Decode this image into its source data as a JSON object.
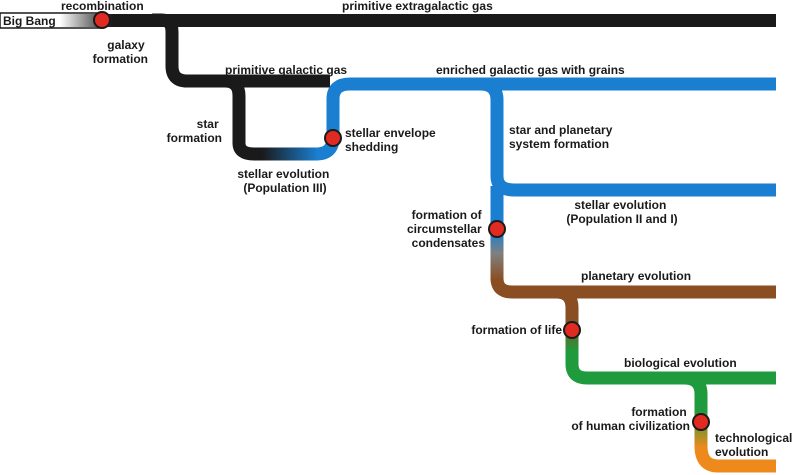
{
  "labels": {
    "big_bang": "Big Bang",
    "recombination": "recombination",
    "primitive_extragalactic_gas": "primitive extragalactic gas",
    "galaxy_formation": [
      "galaxy",
      "formation"
    ],
    "primitive_galactic_gas": "primitive galactic gas",
    "enriched_galactic_gas": "enriched galactic gas with grains",
    "star_formation": [
      "star",
      "formation"
    ],
    "stellar_envelope_shedding": [
      "stellar envelope",
      "shedding"
    ],
    "stellar_evolution_pop3": [
      "stellar evolution",
      "(Population III)"
    ],
    "star_planetary_system_formation": [
      "star and planetary",
      "system formation"
    ],
    "stellar_evolution_pop2_1": [
      "stellar evolution",
      "(Population II and I)"
    ],
    "formation_circumstellar_condensates": [
      "formation of",
      "circumstellar",
      "condensates"
    ],
    "planetary_evolution": "planetary evolution",
    "formation_of_life": "formation of life",
    "biological_evolution": "biological evolution",
    "formation_human_civilization": [
      "formation",
      "of human civilization"
    ],
    "technological_evolution": [
      "technological",
      "evolution"
    ]
  },
  "colors": {
    "primitive": "#1a1a1a",
    "galactic_enriched": "#1a7fd1",
    "planetary": "#8a4e22",
    "biological": "#1f9a3c",
    "technological": "#ee8a1c",
    "event_node": "#e02a22"
  }
}
